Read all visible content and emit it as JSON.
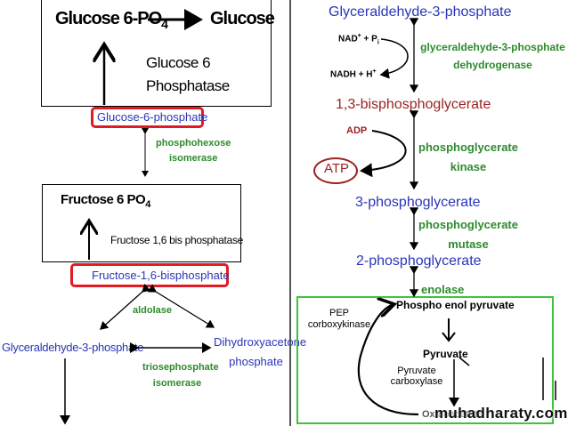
{
  "left": {
    "top_box": {
      "reaction_left": "Glucose 6-PO",
      "reaction_sub": "4",
      "reaction_right": "Glucose",
      "enzyme_line1": "Glucose 6",
      "enzyme_line2": "Phosphatase"
    },
    "g6p_label": "Glucose-6-phosphate",
    "isomerase_line1": "phosphohexose",
    "isomerase_line2": "isomerase",
    "mid_box": {
      "title": "Fructose 6 PO",
      "title_sub": "4",
      "enzyme": "Fructose 1,6 bis phosphatase"
    },
    "f16bp_label": "Fructose-1,6-bisphosphate",
    "aldolase": "aldolase",
    "g3p_label": "Glyceraldehyde-3-phosphate",
    "dhap_line1": "Dihydroxyacetone",
    "dhap_line2": "phosphate",
    "tpi_line1": "triosephosphate",
    "tpi_line2": "isomerase"
  },
  "right": {
    "g3p_top": "Glyceraldehyde-3-phosphate",
    "nad_label": "NAD",
    "nad_sup": "+",
    "nad_plus_pi": "+ P",
    "pi_sub": "i",
    "nadh_label": "NADH + H",
    "nadh_sup": "+",
    "gapdh_line1": "glyceraldehyde-3-phosphate",
    "gapdh_line2": "dehydrogenase",
    "bpg": "1,3-bisphosphoglycerate",
    "adp": "ADP",
    "atp": "ATP",
    "pgk_line1": "phosphoglycerate",
    "pgk_line2": "kinase",
    "pg3": "3-phosphoglycerate",
    "pgm_line1": "phosphoglycerate",
    "pgm_line2": "mutase",
    "pg2": "2-phosphoglycerate",
    "enolase": "enolase",
    "green_box": {
      "pep": "Phospho enol pyruvate",
      "pepck_line1": "PEP",
      "pepck_line2": "corboxykinase",
      "pyruvate": "Pyruvate",
      "pc_line1": "Pyruvate",
      "pc_line2": "carboxylase",
      "oaa": "Oxaloacetate"
    }
  },
  "watermark": "muhadharaty.com",
  "colors": {
    "blue_text": "#2a35b8",
    "green_text": "#2e8b2e",
    "maroon_text": "#9b2222",
    "red_highlight": "#e01b24",
    "green_border": "#3cc43c"
  }
}
